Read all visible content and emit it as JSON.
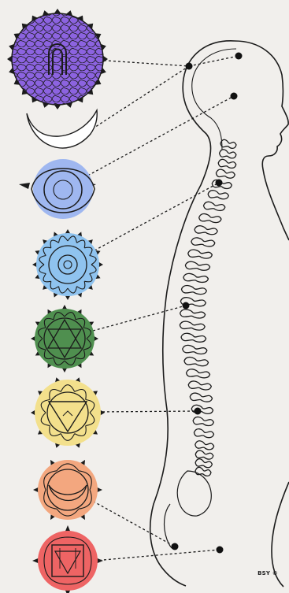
{
  "credit": "BSY ©",
  "chakras": [
    {
      "name": "crown-chakra",
      "color": "#8c63e0",
      "symbol": "lotus-petals"
    },
    {
      "name": "moon-crescent",
      "color": "#ffffff",
      "symbol": "crescent"
    },
    {
      "name": "third-eye-chakra",
      "color": "#9fb7f0",
      "symbol": "two-petals"
    },
    {
      "name": "throat-chakra",
      "color": "#8fc3ef",
      "symbol": "circle"
    },
    {
      "name": "heart-chakra",
      "color": "#4f8f4f",
      "symbol": "hexagram"
    },
    {
      "name": "solar-plexus-chakra",
      "color": "#f3e08c",
      "symbol": "triangle"
    },
    {
      "name": "sacral-chakra",
      "color": "#f3a77f",
      "symbol": "crescent"
    },
    {
      "name": "root-chakra",
      "color": "#ee6464",
      "symbol": "square"
    }
  ],
  "colors": {
    "paper": "#f1efec",
    "ink": "#1b1b1b"
  }
}
